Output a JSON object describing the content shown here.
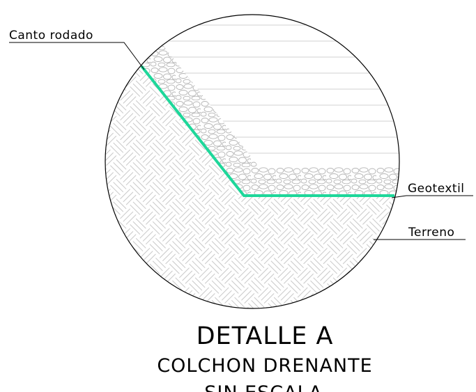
{
  "labels": {
    "canto_rodado": "Canto rodado",
    "geotextil": "Geotextil",
    "terreno": "Terreno"
  },
  "title": {
    "main": "DETALLE A",
    "sub": "COLCHON DRENANTE",
    "scale": "SIN ESCALA"
  },
  "colors": {
    "geotextile_line": "#1ed79a",
    "outline": "#000000",
    "hatch": "#c8c8c8"
  }
}
